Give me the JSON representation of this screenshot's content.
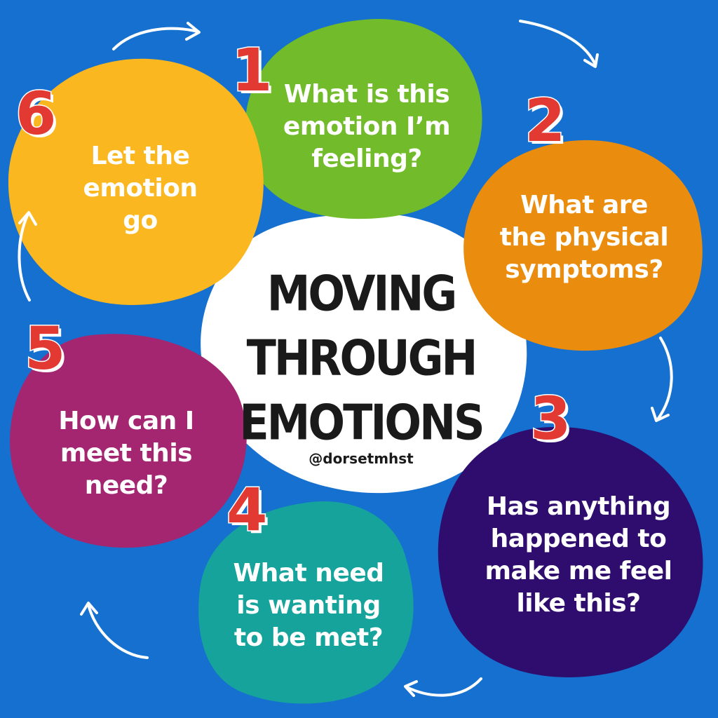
{
  "colors": {
    "background": "#1570cf",
    "center": "#ffffff",
    "step1": "#72bb2a",
    "step2": "#ea8c0e",
    "step3": "#2e0d6e",
    "step4": "#16a39c",
    "step5": "#a42670",
    "step6": "#fbb71f",
    "number": "#e23a33"
  },
  "title_lines": [
    "MOVING",
    "THROUGH",
    "EMOTIONS"
  ],
  "handle": "@dorsetmhst",
  "steps": [
    {
      "number": "1",
      "lines": [
        "What is this",
        "emotion I’m",
        "feeling?"
      ]
    },
    {
      "number": "2",
      "lines": [
        "What are",
        "the physical",
        "symptoms?"
      ]
    },
    {
      "number": "3",
      "lines": [
        "Has anything",
        "happened to",
        "make me feel",
        "like this?"
      ]
    },
    {
      "number": "4",
      "lines": [
        "What need",
        "is wanting",
        "to be met?"
      ]
    },
    {
      "number": "5",
      "lines": [
        "How can I",
        "meet this",
        "need?"
      ]
    },
    {
      "number": "6",
      "lines": [
        "Let the",
        "emotion",
        "go"
      ]
    }
  ]
}
